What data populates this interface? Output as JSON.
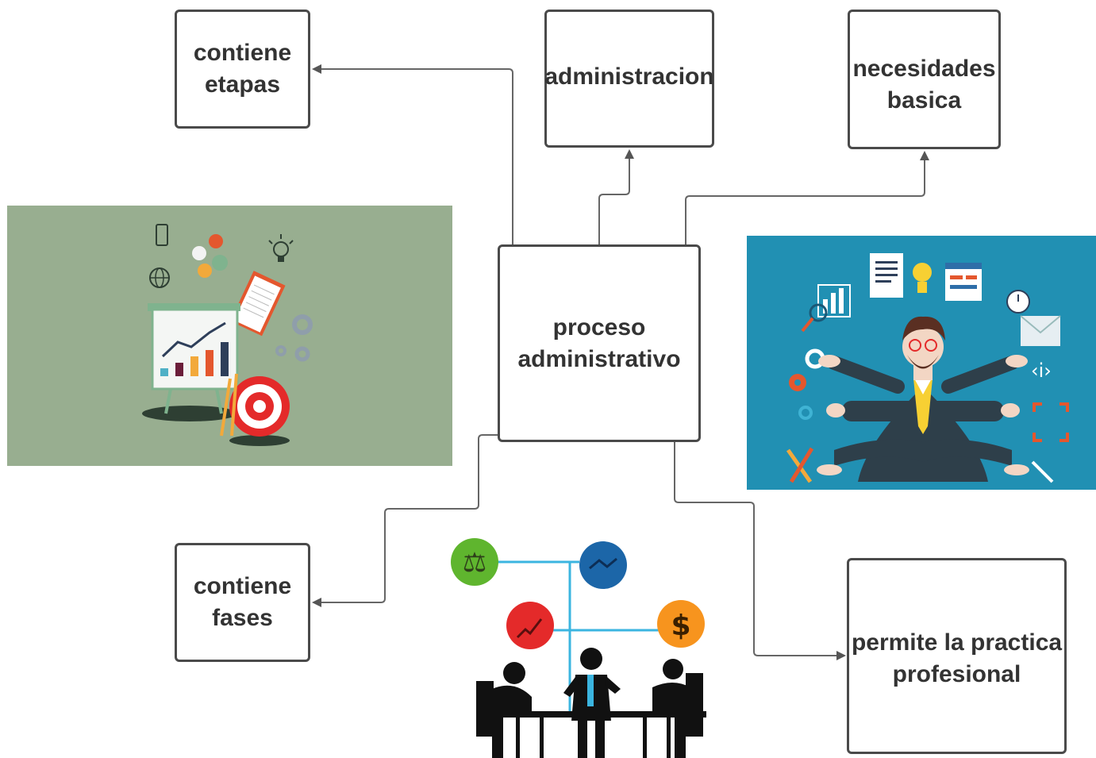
{
  "nodes": {
    "center": [
      "proceso",
      "administrativo"
    ],
    "etapas": [
      "contiene",
      "etapas"
    ],
    "administracion": [
      "administracion"
    ],
    "necesidades": [
      "necesidades",
      "basica"
    ],
    "fases": [
      "contiene",
      "fases"
    ],
    "practica": [
      "permite la practica",
      "profesional"
    ]
  },
  "images": {
    "left": {
      "icon": "planning-strategy-illustration",
      "bg": "#98ae90"
    },
    "right": {
      "icon": "multitasking-businessman-illustration",
      "bg": "#2190b3"
    },
    "bottom": {
      "icon": "business-meeting-org-chart-illustration",
      "bg": "#ffffff"
    }
  },
  "colors": {
    "border": "#4a4a4a",
    "text": "#333333",
    "arrow": "#555555"
  }
}
